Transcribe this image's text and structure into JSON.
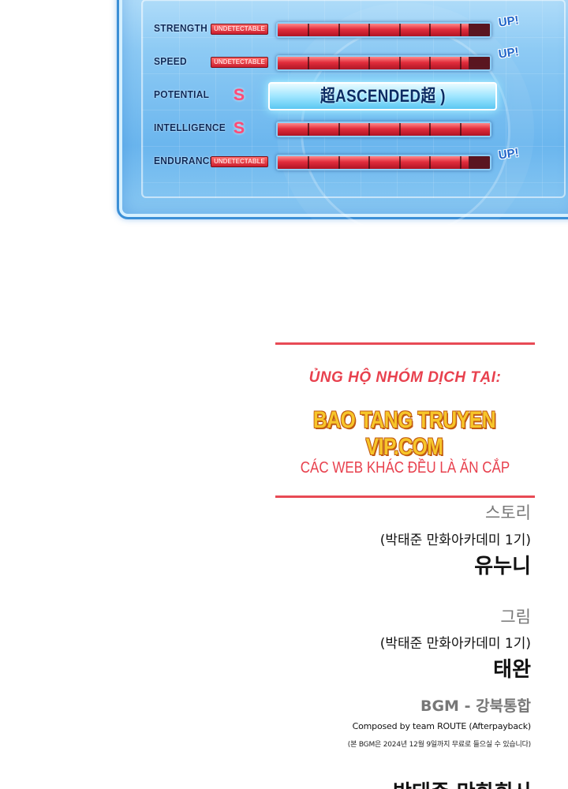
{
  "stats": [
    {
      "name": "STRENGTH",
      "badge": "UNDETECTABLE",
      "grade": "",
      "fill": 0.9,
      "up": "UP!"
    },
    {
      "name": "SPEED",
      "badge": "UNDETECTABLE",
      "grade": "",
      "fill": 0.9,
      "up": "UP!"
    },
    {
      "name": "POTENTIAL",
      "badge": "",
      "grade": "S",
      "special": "超ASCENDED超 )",
      "up": ""
    },
    {
      "name": "INTELLIGENCE",
      "badge": "",
      "grade": "S",
      "fill": 1.0,
      "up": ""
    },
    {
      "name": "ENDURANCE",
      "badge": "UNDETECTABLE",
      "grade": "",
      "fill": 0.9,
      "up": "UP!"
    }
  ],
  "credits": {
    "support_label": "ỦNG HỘ NHÓM DỊCH TẠI:",
    "site": "BAO TANG TRUYEN VIP.COM",
    "warning": "CÁC WEB KHÁC ĐỀU LÀ ĂN CẮP",
    "story_role": "스토리",
    "story_academy": "(박태준 만화아카데미 1기)",
    "story_person": "유누니",
    "art_role": "그림",
    "art_academy": "(박태준 만화아카데미 1기)",
    "art_person": "태완",
    "bgm": "BGM - 강북통합",
    "composed": "Composed by team ROUTE (Afterpayback)",
    "bgm_note": "(본 BGM은 2024년 12월 9일까지 무료로 들으실 수 있습니다)",
    "cut_text": "박태준 만화회사"
  },
  "colors": {
    "accent_red": "#e8414e",
    "site_yellow": "#f7c62a",
    "panel_blue": "#6bb6ee"
  }
}
